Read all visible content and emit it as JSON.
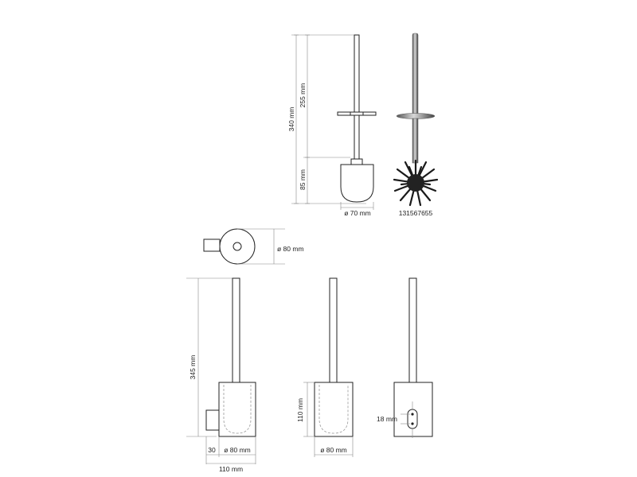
{
  "brush_side_view": {
    "height_total": "340 mm",
    "height_handle": "255 mm",
    "height_head": "85 mm",
    "width": "ø 70 mm"
  },
  "product_photo": {
    "code": "131567655"
  },
  "top_view": {
    "diameter": "ø 80 mm"
  },
  "holder_side_view": {
    "height": "345 mm",
    "wall_offset": "30",
    "diameter": "ø 80 mm",
    "depth": "110 mm"
  },
  "holder_front_view": {
    "cup_height": "110 mm",
    "diameter": "ø 80 mm"
  },
  "holder_back_view": {
    "slot": "18 mm"
  }
}
